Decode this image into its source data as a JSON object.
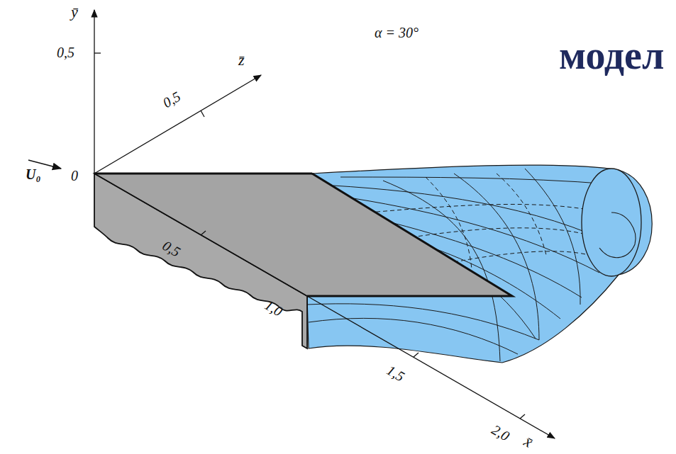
{
  "diagram": {
    "title": "модел",
    "labels": [
      "ȳ",
      "0,5",
      "z̄",
      "0,5",
      "α = 30°",
      "U₀",
      "0",
      "0,5",
      "1,0",
      "1,5",
      "2,0",
      "x̄"
    ]
  }
}
